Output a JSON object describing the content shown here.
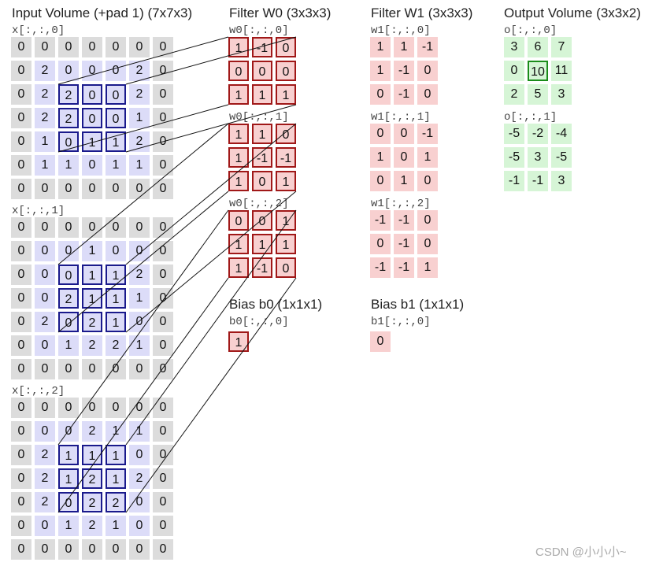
{
  "titles": {
    "input": "Input Volume (+pad 1) (7x7x3)",
    "filter_w0": "Filter W0 (3x3x3)",
    "filter_w1": "Filter W1 (3x3x3)",
    "output": "Output Volume (3x3x2)",
    "bias_b0": "Bias b0 (1x1x1)",
    "bias_b1": "Bias b1 (1x1x1)"
  },
  "input": {
    "slices": [
      {
        "label": "x[:,:,0]",
        "values": [
          [
            0,
            0,
            0,
            0,
            0,
            0,
            0
          ],
          [
            0,
            2,
            0,
            0,
            0,
            2,
            0
          ],
          [
            0,
            2,
            2,
            0,
            0,
            2,
            0
          ],
          [
            0,
            2,
            2,
            0,
            0,
            1,
            0
          ],
          [
            0,
            1,
            0,
            1,
            1,
            2,
            0
          ],
          [
            0,
            1,
            1,
            0,
            1,
            1,
            0
          ],
          [
            0,
            0,
            0,
            0,
            0,
            0,
            0
          ]
        ]
      },
      {
        "label": "x[:,:,1]",
        "values": [
          [
            0,
            0,
            0,
            0,
            0,
            0,
            0
          ],
          [
            0,
            0,
            0,
            1,
            0,
            0,
            0
          ],
          [
            0,
            0,
            0,
            1,
            1,
            2,
            0
          ],
          [
            0,
            0,
            2,
            1,
            1,
            1,
            0
          ],
          [
            0,
            2,
            0,
            2,
            1,
            0,
            0
          ],
          [
            0,
            0,
            1,
            2,
            2,
            1,
            0
          ],
          [
            0,
            0,
            0,
            0,
            0,
            0,
            0
          ]
        ]
      },
      {
        "label": "x[:,:,2]",
        "values": [
          [
            0,
            0,
            0,
            0,
            0,
            0,
            0
          ],
          [
            0,
            0,
            0,
            2,
            1,
            1,
            0
          ],
          [
            0,
            2,
            1,
            1,
            1,
            0,
            0
          ],
          [
            0,
            2,
            1,
            2,
            1,
            2,
            0
          ],
          [
            0,
            2,
            0,
            2,
            2,
            0,
            0
          ],
          [
            0,
            0,
            1,
            2,
            1,
            0,
            0
          ],
          [
            0,
            0,
            0,
            0,
            0,
            0,
            0
          ]
        ]
      }
    ]
  },
  "w0": {
    "slices": [
      {
        "label": "w0[:,:,0]",
        "values": [
          [
            1,
            -1,
            0
          ],
          [
            0,
            0,
            0
          ],
          [
            1,
            1,
            1
          ]
        ]
      },
      {
        "label": "w0[:,:,1]",
        "values": [
          [
            1,
            1,
            0
          ],
          [
            1,
            -1,
            -1
          ],
          [
            1,
            0,
            1
          ]
        ]
      },
      {
        "label": "w0[:,:,2]",
        "values": [
          [
            0,
            0,
            1
          ],
          [
            1,
            1,
            1
          ],
          [
            1,
            -1,
            0
          ]
        ]
      }
    ]
  },
  "w1": {
    "slices": [
      {
        "label": "w1[:,:,0]",
        "values": [
          [
            1,
            1,
            -1
          ],
          [
            1,
            -1,
            0
          ],
          [
            0,
            -1,
            0
          ]
        ]
      },
      {
        "label": "w1[:,:,1]",
        "values": [
          [
            0,
            0,
            -1
          ],
          [
            1,
            0,
            1
          ],
          [
            0,
            1,
            0
          ]
        ]
      },
      {
        "label": "w1[:,:,2]",
        "values": [
          [
            -1,
            -1,
            0
          ],
          [
            0,
            -1,
            0
          ],
          [
            -1,
            -1,
            1
          ]
        ]
      }
    ]
  },
  "b0": {
    "label": "b0[:,:,0]",
    "value": 1
  },
  "b1": {
    "label": "b1[:,:,0]",
    "value": 0
  },
  "output": {
    "slices": [
      {
        "label": "o[:,:,0]",
        "values": [
          [
            3,
            6,
            7
          ],
          [
            0,
            10,
            11
          ],
          [
            2,
            5,
            3
          ]
        ]
      },
      {
        "label": "o[:,:,1]",
        "values": [
          [
            -5,
            -2,
            -4
          ],
          [
            -5,
            3,
            -5
          ],
          [
            -1,
            -1,
            3
          ]
        ]
      }
    ]
  },
  "highlight": {
    "input_rows": [
      2,
      4
    ],
    "input_cols": [
      2,
      4
    ],
    "output_cell": [
      1,
      1
    ]
  },
  "colors": {
    "input_pad": "#dcdcdc",
    "input_inner": "#dcdcf8",
    "filter": "#f8d0d0",
    "output": "#d6f5d6",
    "hl_input": "#1a1a8c",
    "hl_filter": "#a01818",
    "hl_output": "#1a8c1a",
    "lines": "#111111"
  },
  "watermark": "CSDN @小小小~"
}
